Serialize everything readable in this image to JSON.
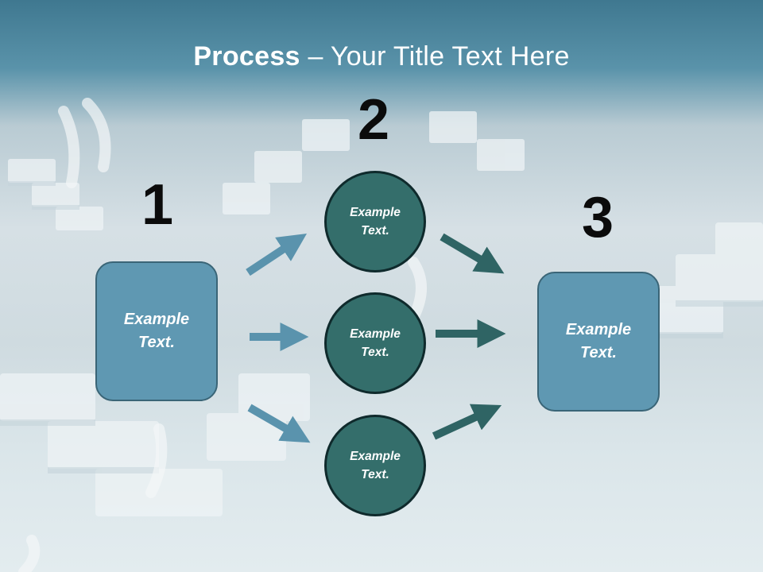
{
  "title": {
    "bold": "Process",
    "rest": " – Your Title Text Here"
  },
  "steps": {
    "one": "1",
    "two": "2",
    "three": "3"
  },
  "box_left": {
    "label": "Example\nText."
  },
  "box_right": {
    "label": "Example\nText."
  },
  "circles": [
    {
      "label": "Example\nText."
    },
    {
      "label": "Example\nText."
    },
    {
      "label": "Example\nText."
    }
  ],
  "colors": {
    "box_fill": "#5f98b2",
    "circle_fill": "#346e6b",
    "arrow_left": "#5a93ad",
    "arrow_right": "#2f6464"
  }
}
